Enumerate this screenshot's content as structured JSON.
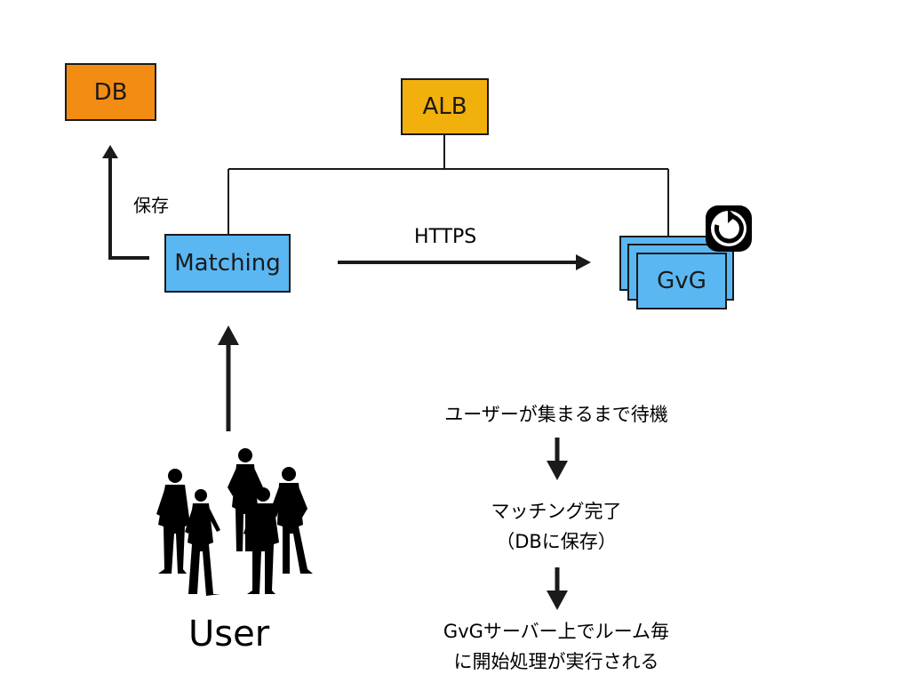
{
  "colors": {
    "db": "#f28c12",
    "alb": "#f2b00d",
    "matching": "#5ab7f2",
    "gvg": "#5ab7f2",
    "line": "#1a1a1a"
  },
  "nodes": {
    "db": "DB",
    "alb": "ALB",
    "matching": "Matching",
    "gvg": "GvG"
  },
  "edges": {
    "save_label": "保存",
    "https_label": "HTTPS"
  },
  "user_label": "User",
  "icons": {
    "restart": "restart-icon",
    "users": "users-silhouette-icon"
  },
  "steps": {
    "step1": "ユーザーが集まるまで待機",
    "step2_line1": "マッチング完了",
    "step2_line2": "（DBに保存）",
    "step3_line1": "GvGサーバー上でルーム毎",
    "step3_line2": "に開始処理が実行される"
  }
}
